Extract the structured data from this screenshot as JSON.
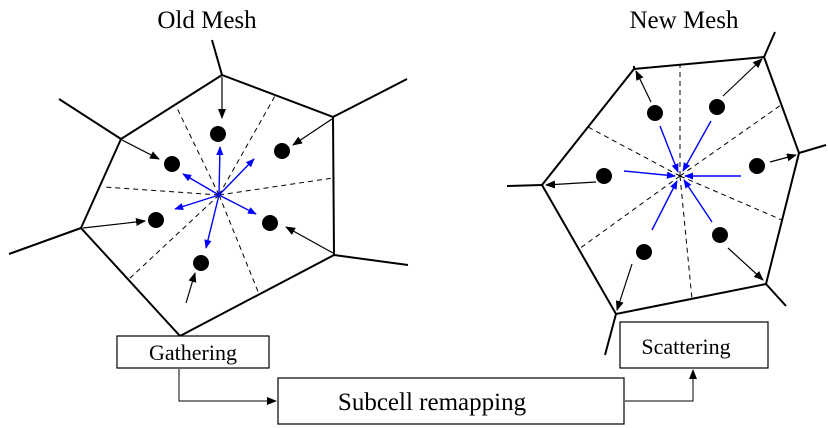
{
  "titles": {
    "old_mesh": "Old Mesh",
    "new_mesh": "New Mesh"
  },
  "boxes": {
    "gathering": "Gathering",
    "scattering": "Scattering",
    "subcell_remapping": "Subcell remapping"
  },
  "colors": {
    "ink": "#000000",
    "vector_arrows": "#0000ff",
    "background": "#ffffff"
  }
}
